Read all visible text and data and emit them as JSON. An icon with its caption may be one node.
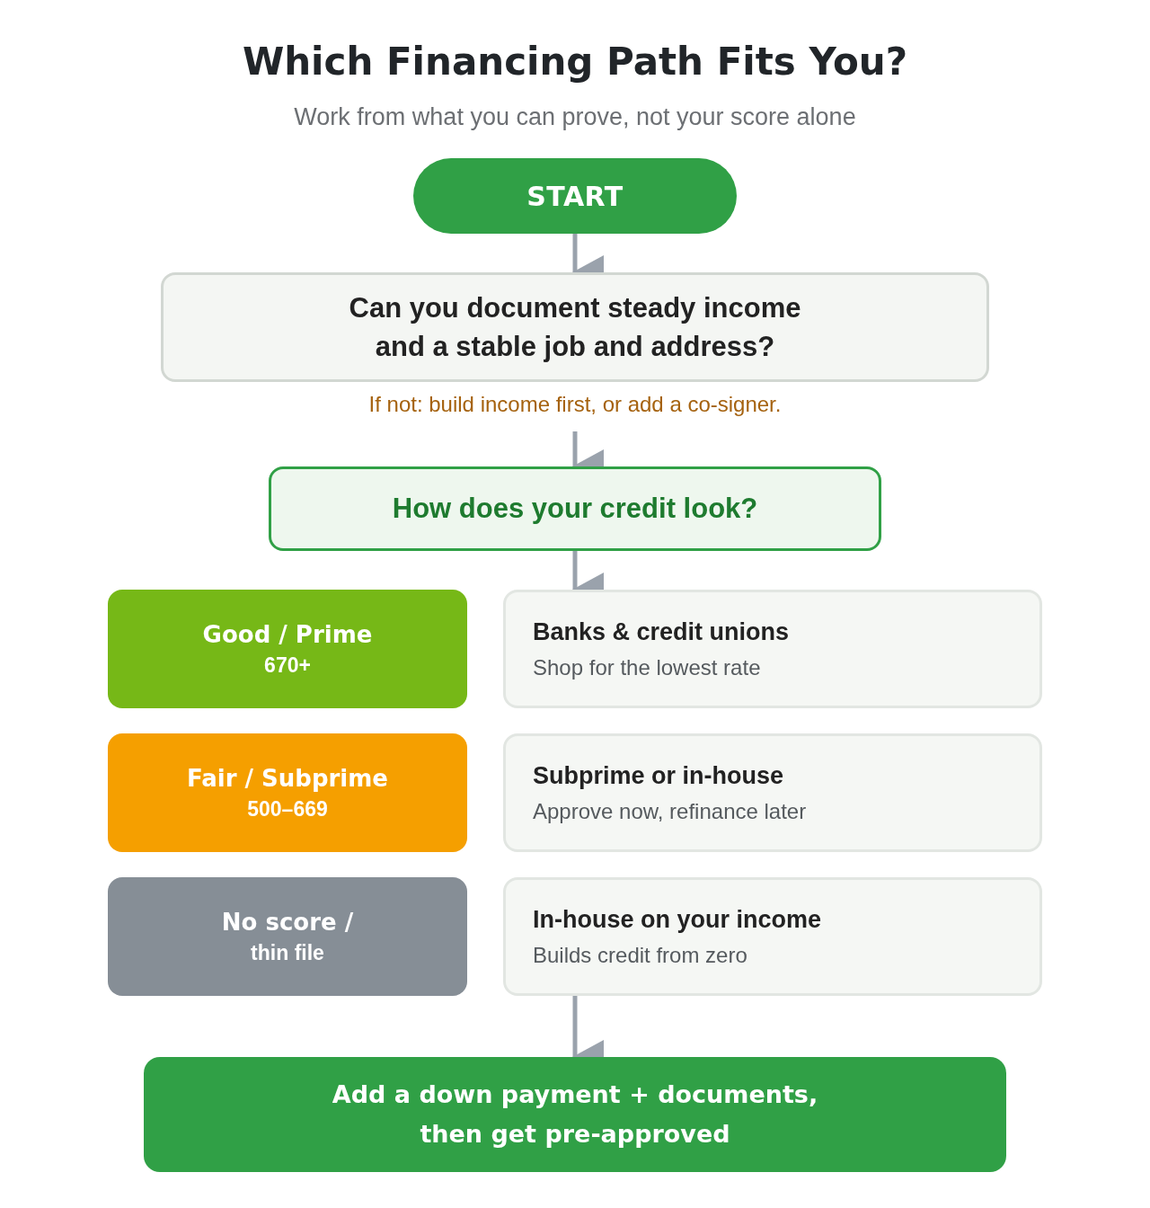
{
  "diagram": {
    "title": "Which Financing Path Fits You?",
    "caption": "Work from what you can prove, not your score alone",
    "nodes": [
      {
        "text": [
          "START"
        ]
      },
      {
        "text": [
          "Can you document steady income and a stable job and address?"
        ],
        "beside": [
          "If not: build income first, or add a co-signer."
        ]
      },
      {
        "text": [
          "How does your credit look?"
        ]
      },
      {
        "text": [
          "Good / Prime",
          "670+"
        ]
      },
      {
        "text": [
          "Banks & credit unions",
          "Shop for the lowest rate"
        ]
      },
      {
        "text": [
          "Fair / Subprime",
          "500–669"
        ]
      },
      {
        "text": [
          "Subprime or in-house",
          "Approve now, refinance later"
        ]
      },
      {
        "text": [
          "No score /",
          "thin file"
        ]
      },
      {
        "text": [
          "In-house on your income",
          "Builds credit from zero"
        ]
      },
      {
        "text": [
          "Add a down payment + documents, then get pre-approved"
        ]
      }
    ],
    "edges": [
      {
        "from": 0,
        "to": 1,
        "arrow": "to"
      },
      {
        "from": 1,
        "to": 2,
        "arrow": "to"
      },
      {
        "from": 2,
        "to": 4,
        "arrow": "to"
      },
      {
        "from": 8,
        "to": 9,
        "arrow": "to"
      }
    ]
  }
}
